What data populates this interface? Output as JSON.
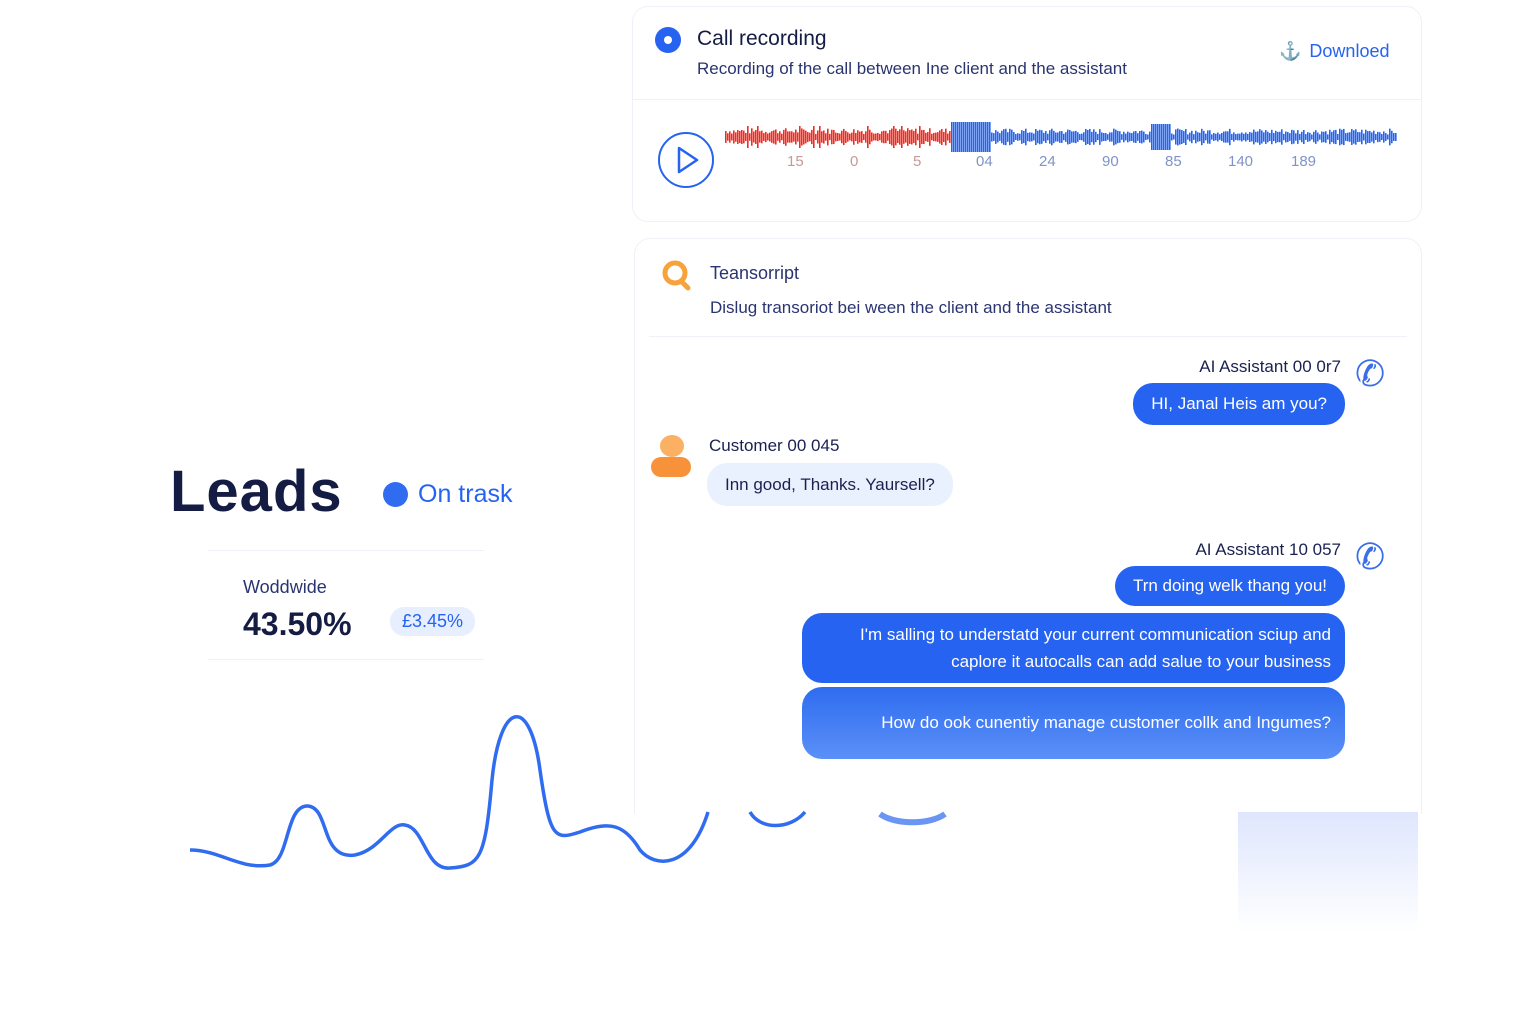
{
  "recording": {
    "title": "Call recording",
    "subtitle": "Recording of the call between Ine client and the assistant",
    "download_label": "Downloed",
    "ticks": [
      "15",
      "0",
      "5",
      "04",
      "24",
      "90",
      "85",
      "140",
      "189"
    ]
  },
  "transcript": {
    "title": "Teansorript",
    "subtitle": "Dislug transoriot bei ween the client and the assistant",
    "messages": [
      {
        "speaker": "AI Assistant 00 0r7",
        "text": "HI, Janal Heis am you?"
      },
      {
        "speaker": "Customer 00 045",
        "text": "Inn good, Thanks. Yaursell?"
      },
      {
        "speaker": "AI Assistant 10 057",
        "text": "Trn doing welk thang you!"
      },
      {
        "speaker": "",
        "text": "I'm salling to understatd your current communication sciup and caplore it autocalls can add salue to your business"
      },
      {
        "speaker": "",
        "text": "How do ook cunentiy manage customer collk and Ingumes?"
      }
    ]
  },
  "leads": {
    "title": "Leads",
    "status": "On trask",
    "region": "Woddwide",
    "value": "43.50%",
    "change": "£3.45%"
  },
  "colors": {
    "accent": "#2563f0",
    "red": "#ef2b22",
    "orange": "#f7923a"
  }
}
